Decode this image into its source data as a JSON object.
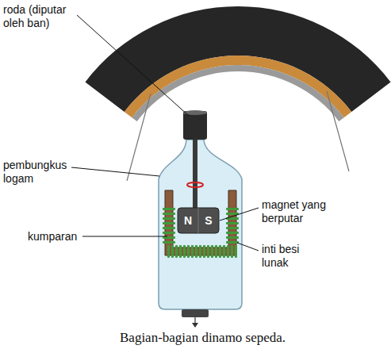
{
  "diagram": {
    "caption": "Bagian-bagian dinamo sepeda.",
    "labels": [
      "roda (diputar oleh ban)",
      "pembungkus logam",
      "N",
      "S",
      "magnet yang berputar",
      "kumparan",
      "inti besi lunak"
    ]
  }
}
